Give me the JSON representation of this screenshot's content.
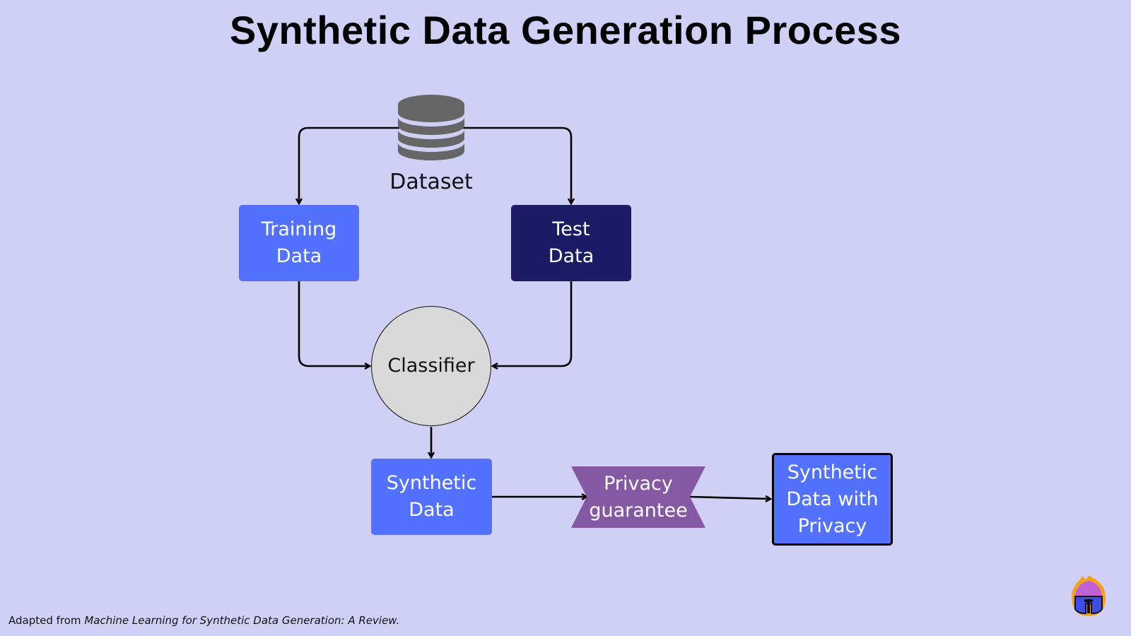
{
  "title": "Synthetic Data Generation Process",
  "nodes": {
    "dataset": "Dataset",
    "training": "Training\nData",
    "test": "Test\nData",
    "classifier": "Classifier",
    "synthetic": "Synthetic\nData",
    "privacy": "Privacy\nguarantee",
    "synthetic_privacy": "Synthetic\nData with\nPrivacy"
  },
  "edges": [
    {
      "from": "dataset",
      "to": "training"
    },
    {
      "from": "dataset",
      "to": "test"
    },
    {
      "from": "training",
      "to": "classifier"
    },
    {
      "from": "test",
      "to": "classifier"
    },
    {
      "from": "classifier",
      "to": "synthetic"
    },
    {
      "from": "synthetic",
      "to": "privacy"
    },
    {
      "from": "privacy",
      "to": "synthetic_privacy"
    }
  ],
  "footer": {
    "prefix": "Adapted from ",
    "source": "Machine Learning for Synthetic Data Generation: A Review."
  },
  "colors": {
    "background": "#d0d0f7",
    "primary_blue": "#5271ff",
    "dark_navy": "#1c1c66",
    "privacy_purple": "#8558a4",
    "classifier_gray": "#d9d9d9",
    "database_gray": "#666666"
  }
}
